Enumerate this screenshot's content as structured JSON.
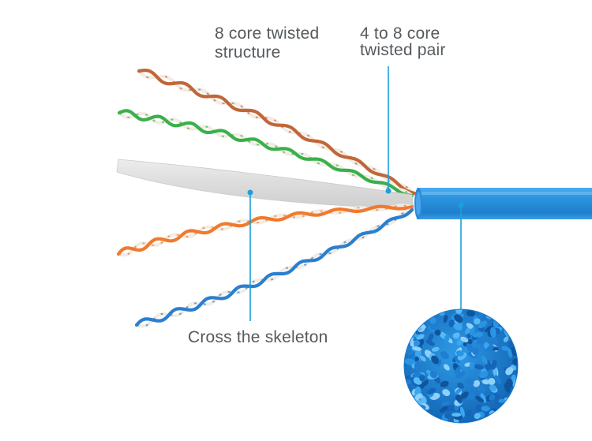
{
  "labels": {
    "eight_core_line1": "8 core twisted",
    "eight_core_line2": "structure",
    "pair_line1": "4 to 8 core",
    "pair_line2": "twisted pair",
    "skeleton": "Cross the skeleton"
  },
  "colors": {
    "label_text": "#555a5e",
    "callout_line": "#1aa0e0",
    "jacket": "#2b93de",
    "jacket_highlight": "#5fb6ee",
    "pellets": "#1f86d6",
    "wire_brown": "#c0673a",
    "wire_green": "#3ab04a",
    "wire_orange": "#f07a2e",
    "wire_blue": "#2a7fd0",
    "wire_white_stripe": "#f3ece4",
    "separator": "#e2e2e2"
  }
}
